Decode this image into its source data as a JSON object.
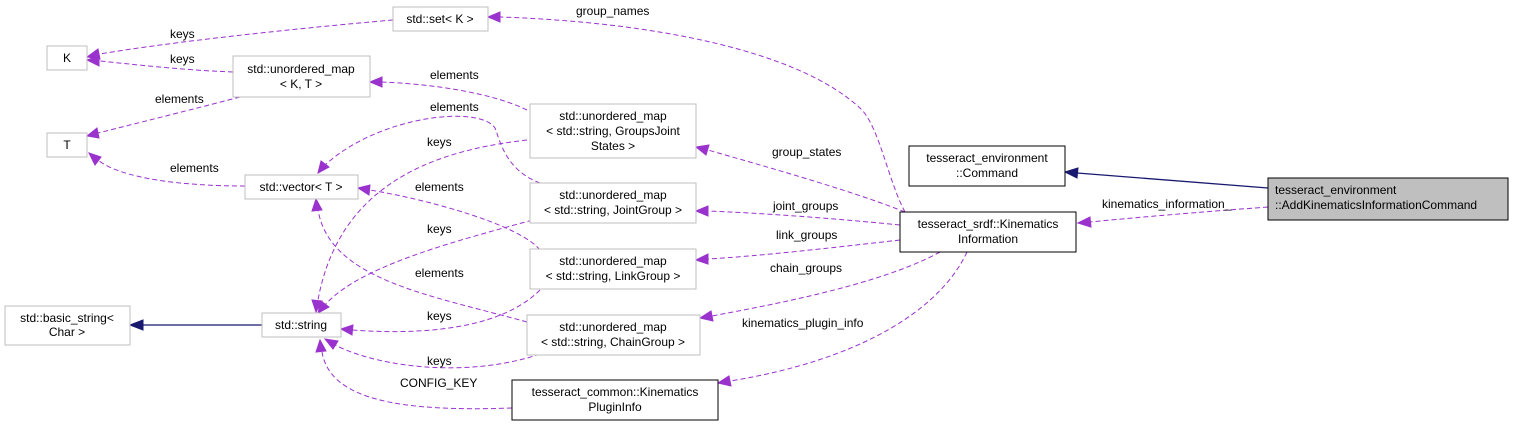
{
  "colors": {
    "usage_edge": "#9a32cd",
    "inheritance_edge": "#191970",
    "node_border": "#bfbfbf",
    "focus_fill": "#bfbfbf"
  },
  "nodes": {
    "K": [
      "K"
    ],
    "T": [
      "T"
    ],
    "set": [
      "std::set< K >"
    ],
    "umap": [
      "std::unordered_map",
      "< K, T >"
    ],
    "vector": [
      "std::vector< T >"
    ],
    "string": [
      "std::string"
    ],
    "basic": [
      "std::basic_string<",
      "Char >"
    ],
    "gjs": [
      "std::unordered_map",
      "< std::string, GroupsJoint",
      "States >"
    ],
    "jg": [
      "std::unordered_map",
      "< std::string, JointGroup >"
    ],
    "lg": [
      "std::unordered_map",
      "< std::string, LinkGroup >"
    ],
    "cg": [
      "std::unordered_map",
      "< std::string, ChainGroup >"
    ],
    "kpi": [
      "tesseract_common::Kinematics",
      "PluginInfo"
    ],
    "cmd": [
      "tesseract_environment",
      "::Command"
    ],
    "ki": [
      "tesseract_srdf::Kinematics",
      "Information"
    ],
    "akic": [
      "tesseract_environment",
      "::AddKinematicsInformationCommand"
    ]
  },
  "edge_labels": {
    "keys": "keys",
    "elements": "elements",
    "group_names": "group_names",
    "group_states": "group_states",
    "joint_groups": "joint_groups",
    "link_groups": "link_groups",
    "chain_groups": "chain_groups",
    "kinematics_plugin_info": "kinematics_plugin_info",
    "kinematics_information": "kinematics_information_",
    "config_key": "CONFIG_KEY"
  }
}
